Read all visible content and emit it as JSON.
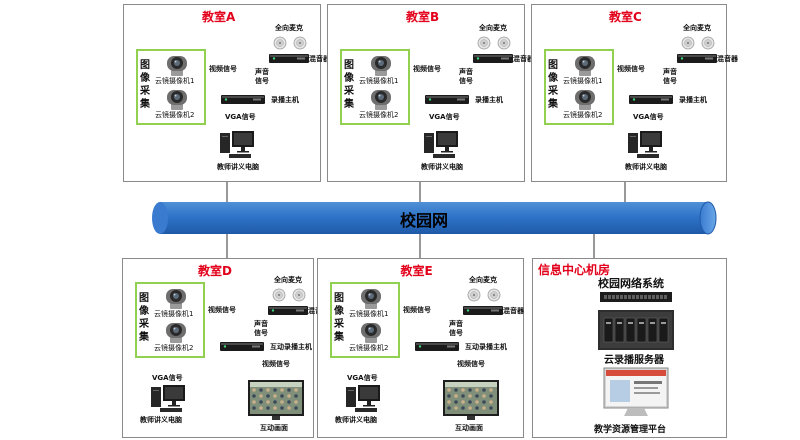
{
  "network_label": "校园网",
  "rooms": [
    {
      "title": "教室A",
      "capture": [
        "图",
        "像",
        "采",
        "集"
      ],
      "cam1": "云镜摄像机1",
      "cam2": "云镜摄像机2",
      "video_signal": "视频信号",
      "mic": "全向麦克",
      "mixer": "混音器",
      "sound_signal": [
        "声音",
        "信号"
      ],
      "host": "录播主机",
      "vga": "VGA信号",
      "pc": "教师讲义电脑"
    },
    {
      "title": "教室B",
      "capture": [
        "图",
        "像",
        "采",
        "集"
      ],
      "cam1": "云镜摄像机1",
      "cam2": "云镜摄像机2",
      "video_signal": "视频信号",
      "mic": "全向麦克",
      "mixer": "混音器",
      "sound_signal": [
        "声音",
        "信号"
      ],
      "host": "录播主机",
      "vga": "VGA信号",
      "pc": "教师讲义电脑"
    },
    {
      "title": "教室C",
      "capture": [
        "图",
        "像",
        "采",
        "集"
      ],
      "cam1": "云镜摄像机1",
      "cam2": "云镜摄像机2",
      "video_signal": "视频信号",
      "mic": "全向麦克",
      "mixer": "混音器",
      "sound_signal": [
        "声音",
        "信号"
      ],
      "host": "录播主机",
      "vga": "VGA信号",
      "pc": "教师讲义电脑"
    },
    {
      "title": "教室D",
      "capture": [
        "图",
        "像",
        "采",
        "集"
      ],
      "cam1": "云镜摄像机1",
      "cam2": "云镜摄像机2",
      "video_signal": "视频信号",
      "mic": "全向麦克",
      "mixer": "混音器",
      "sound_signal": [
        "声音",
        "信号"
      ],
      "host": "互动录播主机",
      "vga": "VGA信号",
      "video_signal2": "视频信号",
      "pc": "教师讲义电脑",
      "screen": "互动画面"
    },
    {
      "title": "教室E",
      "capture": [
        "图",
        "像",
        "采",
        "集"
      ],
      "cam1": "云镜摄像机1",
      "cam2": "云镜摄像机2",
      "video_signal": "视频信号",
      "mic": "全向麦克",
      "mixer": "混音器",
      "sound_signal": [
        "声音",
        "信号"
      ],
      "host": "互动录播主机",
      "vga": "VGA信号",
      "video_signal2": "视频信号",
      "pc": "教师讲义电脑",
      "screen": "互动画面"
    }
  ],
  "datacenter": {
    "title": "信息中心机房",
    "network": "校园网络系统",
    "server": "云录播服务器",
    "platform": "教学资源管理平台"
  }
}
